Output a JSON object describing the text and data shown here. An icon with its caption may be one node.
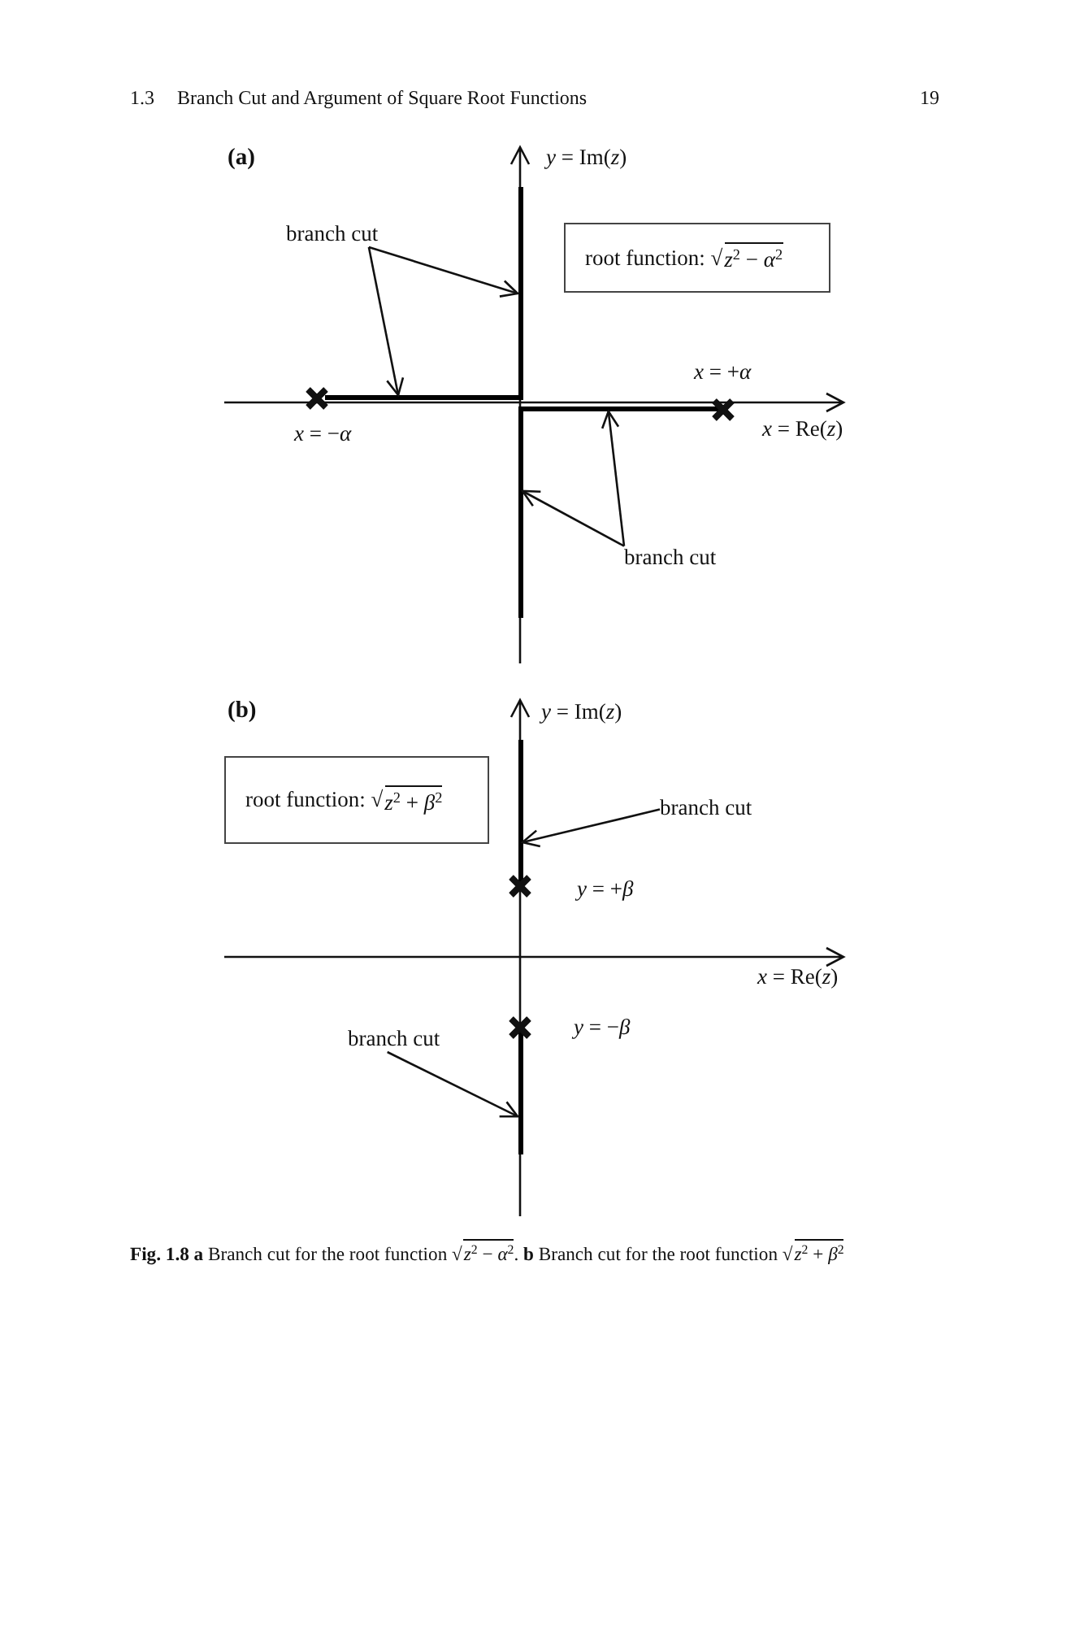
{
  "diagram": {
    "caption": "**Fig. 1.8** **a** Branch cut for the root function √*z*$^{2}$ − *α*$^{2}$. **b** Branch cut for the root function √*z*$^{2}$ + *β*$^{2}$",
    "nodes": [
      {
        "text": [
          "branch cut"
        ]
      },
      {
        "text": [
          "root function: √*z*$^{2}$ − *α*$^{2}$"
        ]
      },
      {
        "text": [],
        "shape": "bar"
      },
      {
        "text": [],
        "shape": "bar"
      },
      {
        "text": [],
        "shape": "bar"
      },
      {
        "text": [],
        "shape": "bar"
      },
      {
        "text": [
          "branch cut"
        ]
      },
      {
        "text": [
          "root function: √*z*$^{2}$ + *β*$^{2}$"
        ]
      },
      {
        "text": [
          "branch cut"
        ]
      },
      {
        "text": [],
        "shape": "bar"
      },
      {
        "text": [],
        "shape": "bar"
      },
      {
        "text": [
          "branch cut"
        ]
      }
    ],
    "edges": [
      {
        "from": 0,
        "to": 2,
        "arrow": "to"
      },
      {
        "from": 0,
        "to": 3,
        "arrow": "to"
      },
      {
        "from": 6,
        "to": 4,
        "arrow": "to"
      },
      {
        "from": 6,
        "to": 5,
        "arrow": "to"
      },
      {
        "from": 8,
        "to": 9,
        "arrow": "to"
      },
      {
        "from": 11,
        "to": 10,
        "arrow": "to"
      }
    ],
    "labels": [
      "1.3",
      "Branch Cut and Argument of Square Root Functions",
      "19",
      "(a)",
      "*y* = Im(*z*)",
      "*x* = +*α*",
      "*x* = −*α*",
      "*x* = Re(*z*)",
      "(b)",
      "*y* = Im(*z*)",
      "*y* = +*β*",
      "*x* = Re(*z*)",
      "*y* = −*β*"
    ]
  }
}
